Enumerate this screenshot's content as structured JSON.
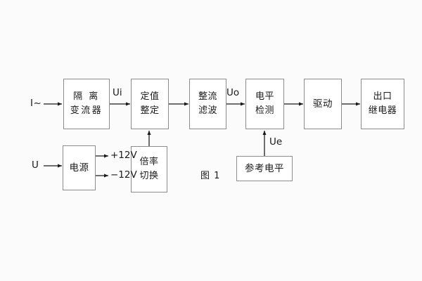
{
  "figure": {
    "caption": "图 1",
    "background_color": "#fbfbfc",
    "block_fill": "#ffffff",
    "line_color": "#8d8d8d",
    "text_color": "#1a1a1a"
  },
  "terminals": [
    {
      "name": "current-input",
      "label": "I~"
    },
    {
      "name": "voltage-input",
      "label": "U"
    }
  ],
  "blocks": [
    {
      "name": "isolation-transformer",
      "line1": "隔 离",
      "line2": "变流器"
    },
    {
      "name": "setting-value",
      "line1": "定值",
      "line2": "整定"
    },
    {
      "name": "rectifier-filter",
      "line1": "整流",
      "line2": "滤波"
    },
    {
      "name": "level-detection",
      "line1": "电平",
      "line2": "检测"
    },
    {
      "name": "driver",
      "line1": "驱动",
      "line2": ""
    },
    {
      "name": "output-relay",
      "line1": "出口",
      "line2": "继电器"
    },
    {
      "name": "power-supply",
      "line1": "电源",
      "line2": ""
    },
    {
      "name": "multiplier-switch",
      "line1": "倍率",
      "line2": "切换"
    },
    {
      "name": "reference-level",
      "line1": "参考电平",
      "line2": ""
    }
  ],
  "signals": [
    {
      "name": "ui-signal",
      "label": "Ui"
    },
    {
      "name": "uo-signal",
      "label": "Uo"
    },
    {
      "name": "ue-signal",
      "label": "Ue"
    }
  ],
  "rails": [
    {
      "name": "positive-rail",
      "label": "+12V"
    },
    {
      "name": "negative-rail",
      "label": "−12V"
    }
  ]
}
